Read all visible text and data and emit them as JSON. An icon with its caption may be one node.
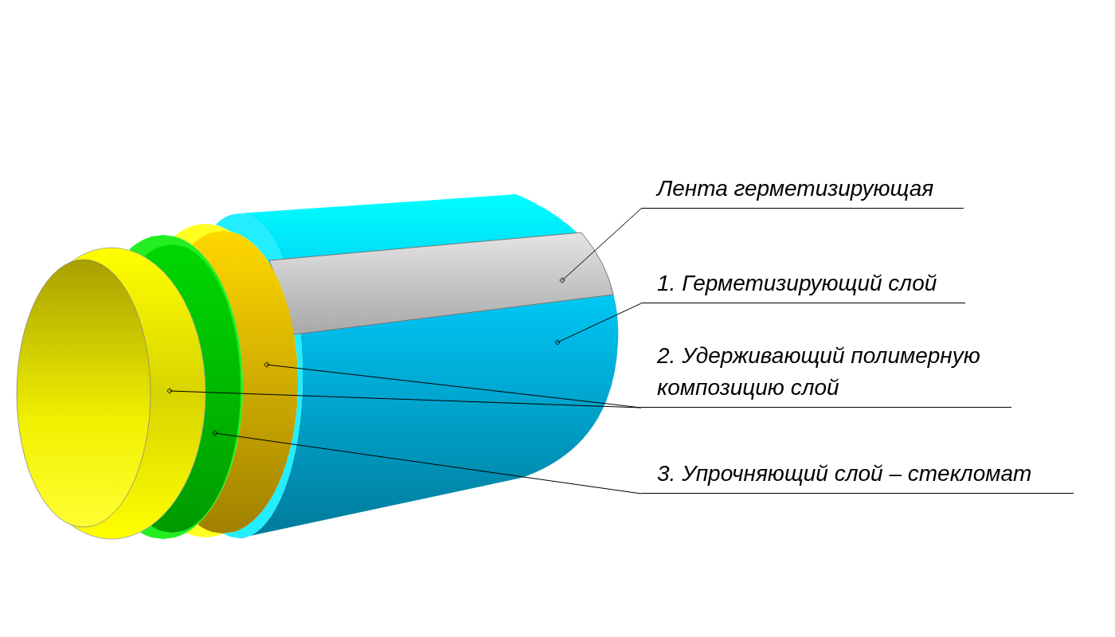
{
  "diagram": {
    "nodes": [
      {
        "text": [
          "Лента герметизирующая"
        ]
      },
      {
        "text": [
          "1. Герметизирующий слой"
        ]
      },
      {
        "text": [
          "2. Удерживающий полимерную композицию слой"
        ]
      },
      {
        "text": [
          "3. Упрочняющий слой – стекломат"
        ]
      },
      {
        "text": [],
        "shape": "bar",
        "in": 5
      },
      {
        "text": [],
        "shape": "cylinder"
      },
      {
        "text": [],
        "shape": "cylinder"
      },
      {
        "text": [],
        "shape": "cylinder"
      },
      {
        "text": [],
        "shape": "cylinder"
      }
    ],
    "edges": [
      {
        "from": 0,
        "to": 4,
        "arrow": "other"
      },
      {
        "from": 1,
        "to": 5,
        "arrow": "other"
      },
      {
        "from": 2,
        "to": 6,
        "arrow": "other"
      },
      {
        "from": 2,
        "to": 7,
        "arrow": "other"
      },
      {
        "from": 3,
        "to": 8,
        "arrow": "other"
      }
    ]
  }
}
